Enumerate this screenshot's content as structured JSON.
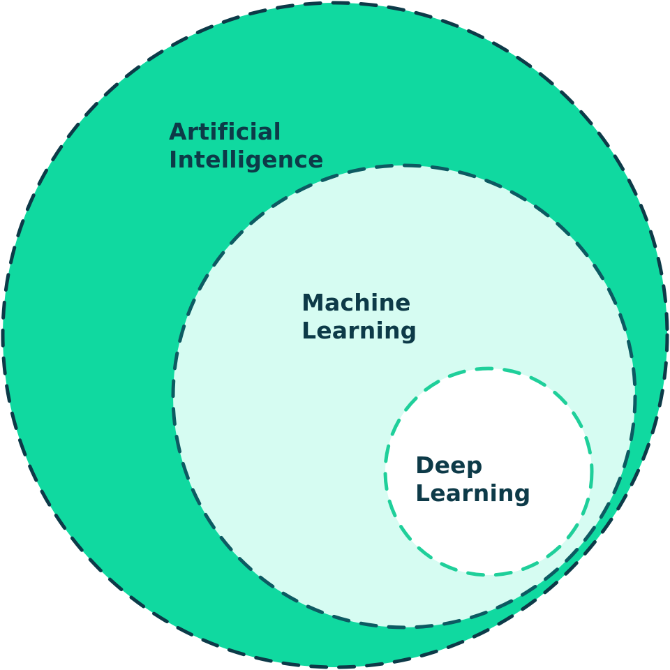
{
  "diagram": {
    "outer": {
      "line1": "Artificial",
      "line2": "Intelligence"
    },
    "middle": {
      "line1": "Machine",
      "line2": "Learning"
    },
    "inner": {
      "line1": "Deep",
      "line2": "Learning"
    }
  },
  "colors": {
    "outer_fill": "#10d9a0",
    "middle_fill": "#d6fcf2",
    "inner_fill": "#ffffff",
    "dark_stroke": "#0d3a48",
    "middle_stroke": "#0d5a62",
    "inner_stroke": "#1fcf9a",
    "text": "#0d3a48"
  }
}
